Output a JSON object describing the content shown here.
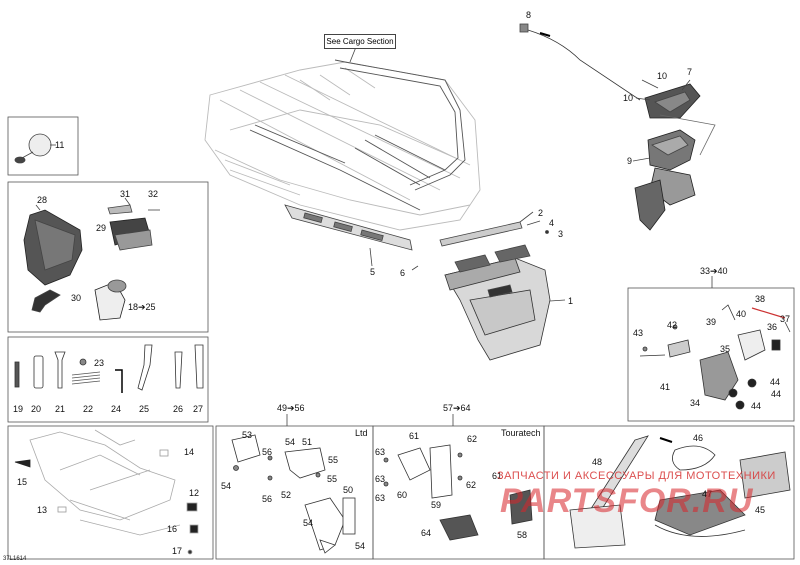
{
  "note": "See Cargo Section",
  "ref_code": "37L1614",
  "watermark": {
    "line1": "ЗАПЧАСТИ И АКСЕССУАРЫ ДЛЯ МОТОТЕХНИКИ",
    "line2": "PARTSFOR.RU"
  },
  "sections": {
    "tools_kit": "33➔40",
    "lid_kit": "49➔56",
    "lid_label": "Ltd",
    "touratech_kit": "57➔64",
    "touratech_label": "Touratech",
    "range_18": "18➔25"
  },
  "callouts": {
    "c1": "1",
    "c2": "2",
    "c3": "3",
    "c4": "4",
    "c5": "5",
    "c6": "6",
    "c7": "7",
    "c8": "8",
    "c9": "9",
    "c10a": "10",
    "c10b": "10",
    "c11": "11",
    "c12": "12",
    "c13": "13",
    "c14": "14",
    "c15": "15",
    "c16": "16",
    "c17": "17",
    "c19": "19",
    "c20": "20",
    "c21": "21",
    "c22": "22",
    "c23": "23",
    "c24": "24",
    "c25": "25",
    "c26": "26",
    "c27": "27",
    "c28": "28",
    "c29": "29",
    "c30": "30",
    "c31": "31",
    "c32": "32",
    "c34": "34",
    "c35": "35",
    "c36": "36",
    "c37": "37",
    "c38": "38",
    "c39": "39",
    "c40": "40",
    "c41": "41",
    "c42": "42",
    "c43": "43",
    "c44a": "44",
    "c44b": "44",
    "c44c": "44",
    "c45": "45",
    "c46": "46",
    "c47": "47",
    "c48": "48",
    "c50": "50",
    "c51": "51",
    "c52": "52",
    "c53": "53",
    "c54a": "54",
    "c54b": "54",
    "c54c": "54",
    "c54d": "54",
    "c55a": "55",
    "c55b": "55",
    "c56a": "56",
    "c56b": "56",
    "c58": "58",
    "c59": "59",
    "c60": "60",
    "c61a": "61",
    "c61b": "61",
    "c62a": "62",
    "c62b": "62",
    "c63a": "63",
    "c63b": "63",
    "c63c": "63",
    "c64": "64"
  }
}
